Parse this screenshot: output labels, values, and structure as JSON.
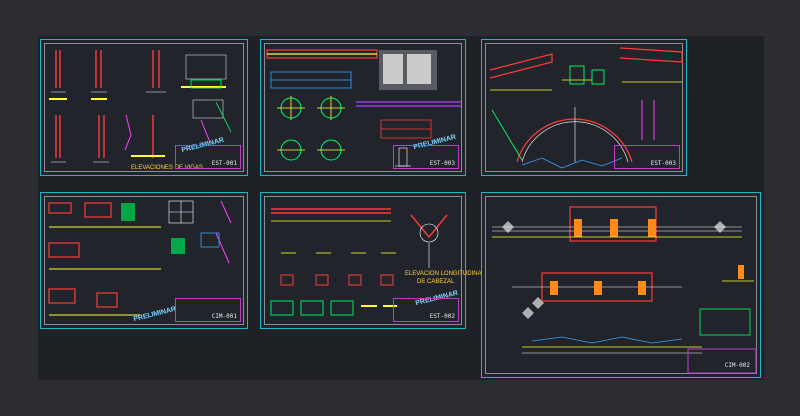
{
  "colors": {
    "outer": "#2e2c33",
    "viewport": "#1e2126",
    "sheet_border": "#1fb6c8",
    "stamp": "#7dd3ff"
  },
  "sheets": [
    {
      "code": "EST-001",
      "stamp": "PRELIMINAR",
      "caption": "ELEVACIONES DE VIGAS"
    },
    {
      "code": "EST-003",
      "stamp": "PRELIMINAR"
    },
    {
      "code": "EST-003"
    },
    {
      "code": "CIM-001",
      "stamp": "PRELIMINAR"
    },
    {
      "code": "EST-002",
      "stamp": "PRELIMINAR",
      "caption_1": "ELEVACION LONGITUDINAL",
      "caption_2": "DE CABEZAL"
    },
    {
      "code": "CIM-002"
    }
  ]
}
